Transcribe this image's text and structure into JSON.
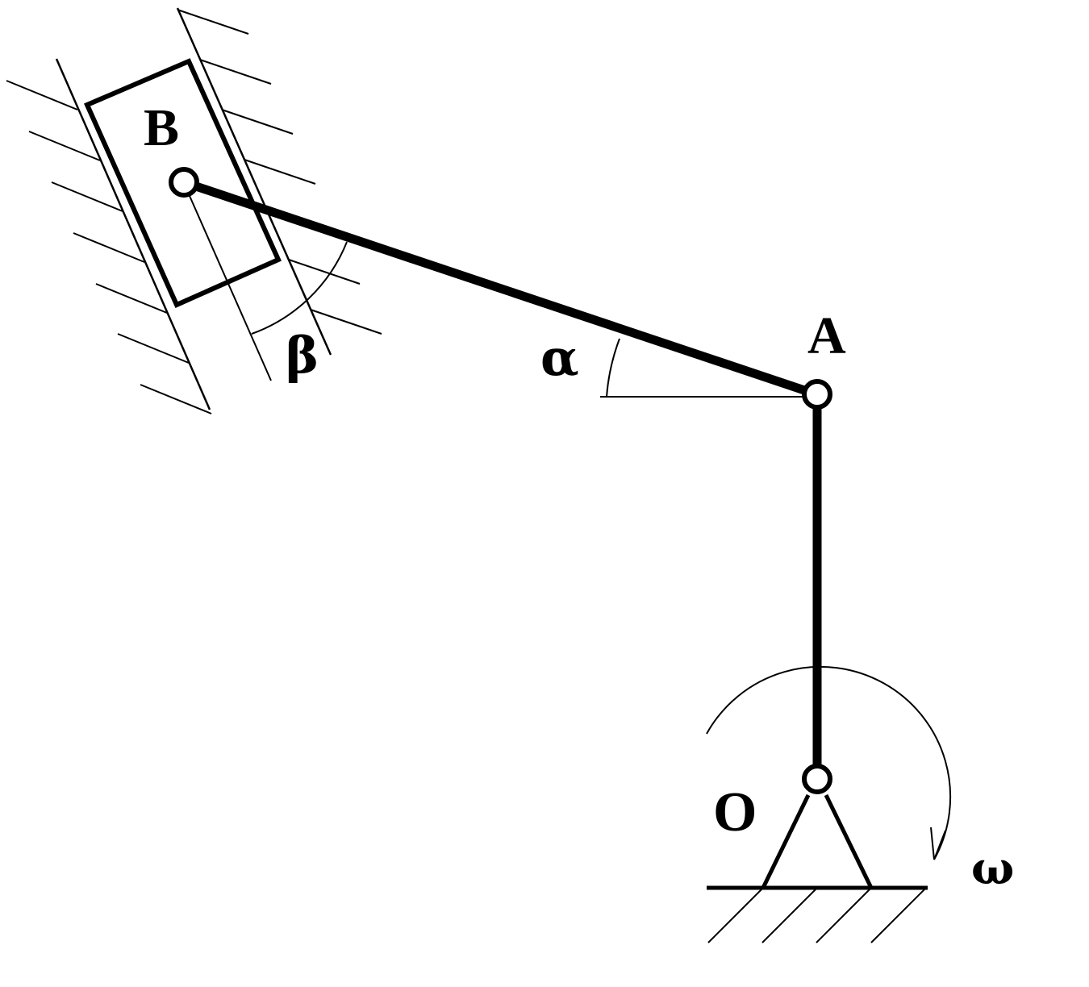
{
  "labels": {
    "B": "B",
    "A": "A",
    "O": "O",
    "alpha": "α",
    "beta": "β",
    "omega": "ω"
  },
  "colors": {
    "ink": "#000000",
    "paper": "#ffffff"
  }
}
